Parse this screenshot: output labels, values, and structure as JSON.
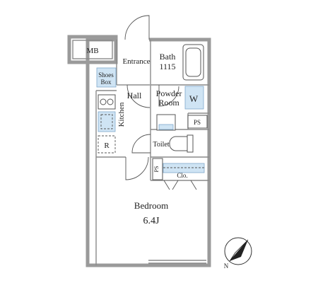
{
  "rooms": {
    "mb": "MB",
    "entrance": "Entrance",
    "bath": "Bath",
    "bath_size": "1115",
    "shoes_box_line1": "Shoes",
    "shoes_box_line2": "Box",
    "hall": "Hall",
    "powder_room_line1": "Powder",
    "powder_room_line2": "Room",
    "washer": "W",
    "kitchen": "Kitchen",
    "ps_upper": "PS",
    "refrigerator": "R",
    "toilet": "Toilet",
    "ps_lower": "PS",
    "closet": "Clo.",
    "bedroom": "Bedroom",
    "bedroom_size": "6.4J",
    "compass": "N"
  },
  "colors": {
    "wall": "#9a9a9a",
    "fixture_blue": "#cfe4f4",
    "compass": "#222222"
  }
}
